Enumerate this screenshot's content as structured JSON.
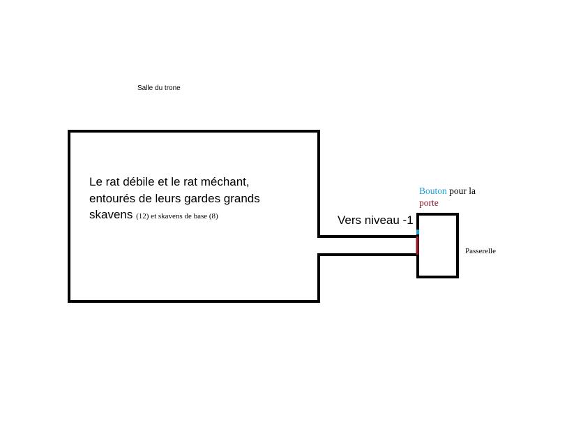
{
  "title": "Salle du trone",
  "room": {
    "line1": "Le rat débile et le rat méchant,",
    "line2": "entourés de leurs gardes grands",
    "line3_main": "skavens",
    "line3_small": "(12) et skavens de base (8)"
  },
  "corridor_label": "Vers niveau -1",
  "button": {
    "word": "Bouton",
    "after": "pour la",
    "door": "porte"
  },
  "walkway_label": "Passerelle",
  "colors": {
    "wall": "#000000",
    "button": "#1e9fd6",
    "door": "#8b1a2b",
    "background": "#ffffff"
  }
}
